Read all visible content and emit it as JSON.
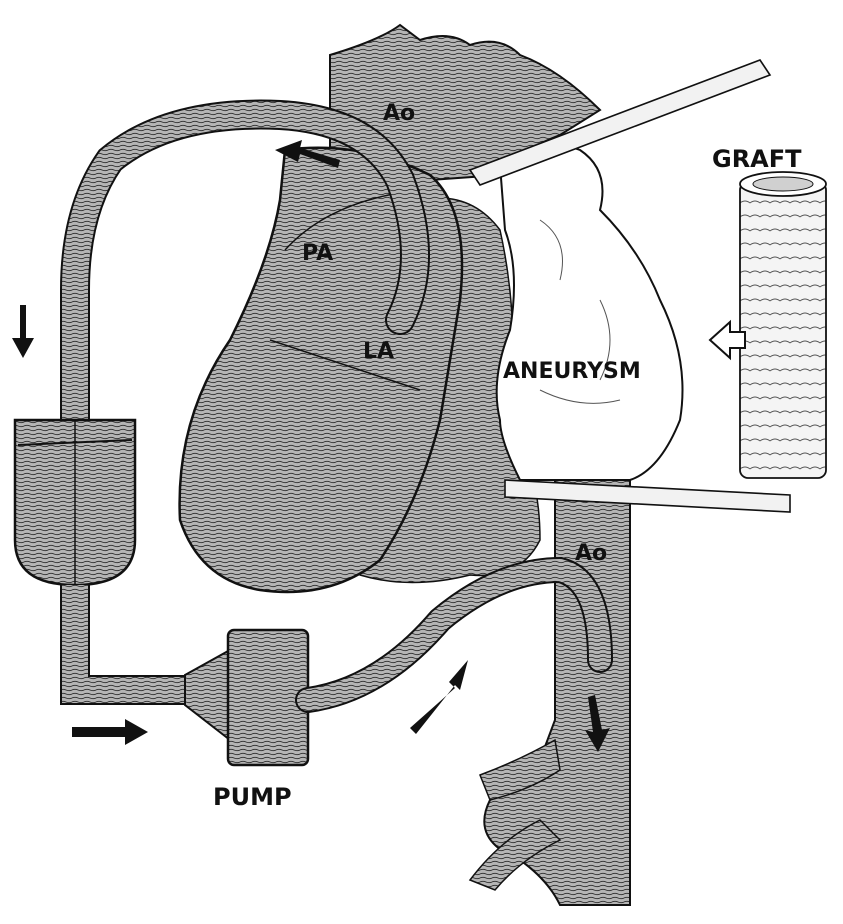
{
  "labels": {
    "aorta_upper": "Ao",
    "pulmonary_artery": "PA",
    "left_atrium": "LA",
    "aneurysm": "ANEURYSM",
    "graft": "GRAFT",
    "aorta_lower": "Ao",
    "pump": "PUMP"
  },
  "colors": {
    "fill": "#a3a3a3",
    "line": "#111111",
    "background": "#ffffff"
  },
  "icons": [
    "flow-arrow-icon",
    "open-arrow-icon"
  ]
}
